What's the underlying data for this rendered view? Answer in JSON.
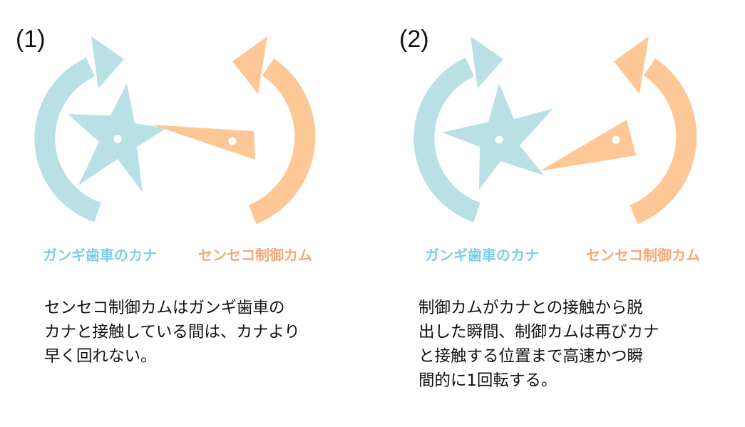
{
  "colors": {
    "kana": "#b9e0e5",
    "kana_label": "#7dcfe5",
    "cam": "#fec896",
    "cam_label": "#f6a877",
    "text": "#111111"
  },
  "panels": [
    {
      "number": "(1)",
      "kana_label": "ガンギ歯車のカナ",
      "cam_label": "センセコ制御カム",
      "description": [
        "センセコ制御カムはガンギ歯車の",
        "カナと接触している間は、カナより",
        "早く回れない。"
      ]
    },
    {
      "number": "(2)",
      "kana_label": "ガンギ歯車のカナ",
      "cam_label": "センセコ制御カム",
      "description": [
        "制御カムがカナとの接触から脱",
        "出した瞬間、制御カムは再びカナ",
        "と接触する位置まで高速かつ瞬",
        "間的に1回転する。"
      ]
    }
  ]
}
